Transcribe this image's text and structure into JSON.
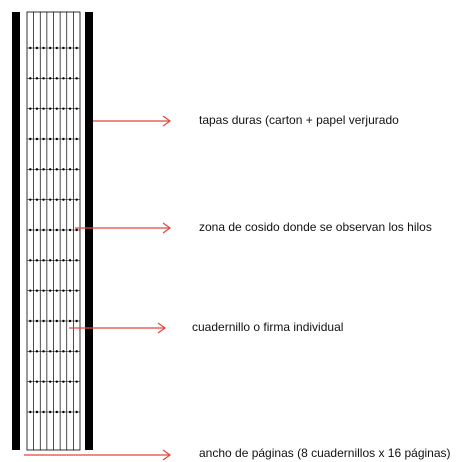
{
  "labels": {
    "tapas": "tapas duras (carton + papel verjurado",
    "cosido": "zona de cosido donde se observan los hilos",
    "cuadernillo": "cuadernillo o firma individual",
    "ancho": "ancho de páginas (8 cuadernillos x 16 páginas)"
  },
  "structure": {
    "cuadernillos": 8,
    "stitch_rows": 13,
    "stitches_per_row": 8
  },
  "colors": {
    "arrow": "#e8453c",
    "cover": "#000000",
    "lines": "#000000"
  }
}
